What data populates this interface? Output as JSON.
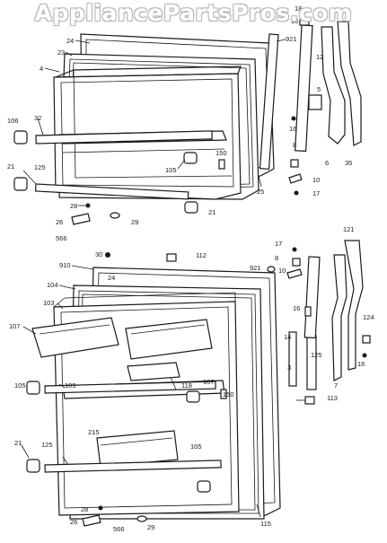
{
  "watermark": "AppliancePartsPros.com",
  "colors": {
    "ink": "#1a1a1a",
    "background": "#ffffff",
    "watermark": "#c0c0c0"
  },
  "labels": {
    "l18": "18",
    "l16a": "16",
    "l921a": "921",
    "l24a": "24",
    "l23": "23",
    "l12": "12",
    "l4": "4",
    "l5": "5",
    "l32": "32",
    "l106a": "106",
    "l16b": "16",
    "l8a": "8",
    "l21a": "21",
    "l125a": "125",
    "l105a": "105",
    "l150a": "150",
    "l25": "25",
    "l6": "6",
    "l35": "35",
    "l10a": "10",
    "l17a": "17",
    "l28a": "28",
    "l21b": "21",
    "l26a": "26",
    "l29a": "29",
    "l566a": "566",
    "l17b": "17",
    "l121": "121",
    "l30": "30",
    "l112": "112",
    "l910": "910",
    "l8b": "8",
    "l921b": "921",
    "l10b": "10",
    "l104": "104",
    "l24b": "24",
    "l103": "103",
    "l16c": "16",
    "l124": "124",
    "l107a": "107",
    "l14": "14",
    "l3": "3",
    "l125b": "125",
    "l118": "118",
    "l107b": "107",
    "l7": "7",
    "l16d": "16",
    "l105b": "105",
    "l109": "109",
    "l113": "113",
    "l150b": "150",
    "l215": "215",
    "l105c": "105",
    "l21c": "21",
    "l125c": "125",
    "l115": "115",
    "l28b": "28",
    "l26b": "26",
    "l566b": "566",
    "l29b": "29"
  }
}
